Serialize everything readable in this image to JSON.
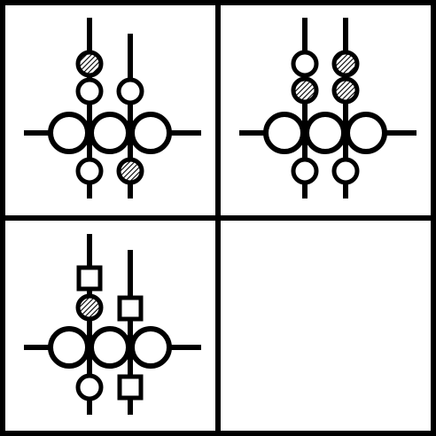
{
  "colors": {
    "ink": "#000000",
    "paper": "#ffffff"
  },
  "grid": {
    "rows": 2,
    "cols": 2
  },
  "panels": [
    {
      "row": 0,
      "col": 0,
      "beads": [
        {
          "rod": 0,
          "shape": "circle",
          "fill": "hatched"
        },
        {
          "rod": 0,
          "shape": "circle",
          "fill": "empty"
        },
        {
          "rod": 1,
          "shape": "circle",
          "fill": "empty"
        },
        {
          "rod": 0,
          "shape": "circle",
          "fill": "empty",
          "below": true
        },
        {
          "rod": 1,
          "shape": "circle",
          "fill": "hatched",
          "below": true
        }
      ]
    },
    {
      "row": 0,
      "col": 1,
      "beads": [
        {
          "rod": 0,
          "shape": "circle",
          "fill": "empty"
        },
        {
          "rod": 0,
          "shape": "circle",
          "fill": "hatched"
        },
        {
          "rod": 1,
          "shape": "circle",
          "fill": "hatched"
        },
        {
          "rod": 1,
          "shape": "circle",
          "fill": "hatched"
        },
        {
          "rod": 0,
          "shape": "circle",
          "fill": "empty",
          "below": true
        },
        {
          "rod": 1,
          "shape": "circle",
          "fill": "empty",
          "below": true
        }
      ]
    },
    {
      "row": 1,
      "col": 0,
      "beads": [
        {
          "rod": 0,
          "shape": "square",
          "fill": "empty"
        },
        {
          "rod": 0,
          "shape": "circle",
          "fill": "hatched"
        },
        {
          "rod": 1,
          "shape": "square",
          "fill": "empty"
        },
        {
          "rod": 0,
          "shape": "circle",
          "fill": "empty",
          "below": true
        },
        {
          "rod": 1,
          "shape": "square",
          "fill": "empty",
          "below": true
        }
      ]
    },
    {
      "row": 1,
      "col": 1,
      "empty": true,
      "beads": []
    }
  ]
}
